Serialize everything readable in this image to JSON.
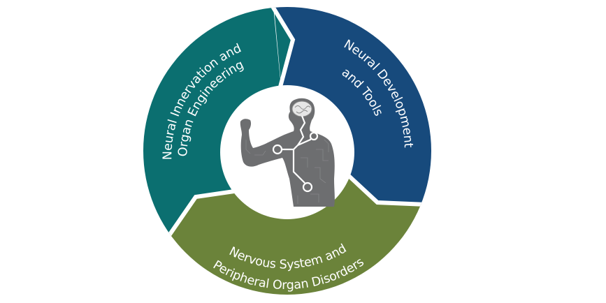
{
  "diagram": {
    "type": "cycle-ring",
    "segments": [
      {
        "id": "teal",
        "name": "segment-neural-innervation",
        "lines": [
          "Neural Innervation and",
          "Organ Engineering"
        ],
        "color": "#0b6f70"
      },
      {
        "id": "blue",
        "name": "segment-neural-development",
        "lines": [
          "Neural Development",
          "and Tools"
        ],
        "color": "#174a7c"
      },
      {
        "id": "green",
        "name": "segment-nervous-system-disorders",
        "lines": [
          "Nervous System and",
          "Peripheral Organ Disorders"
        ],
        "color": "#6b833a"
      }
    ],
    "center": {
      "figure": "human-torso-circuit-icon",
      "figure_color": "#6d6e70",
      "circuit_color": "#ffffff"
    },
    "background": "#ffffff",
    "divider_color": "#ffffff"
  }
}
